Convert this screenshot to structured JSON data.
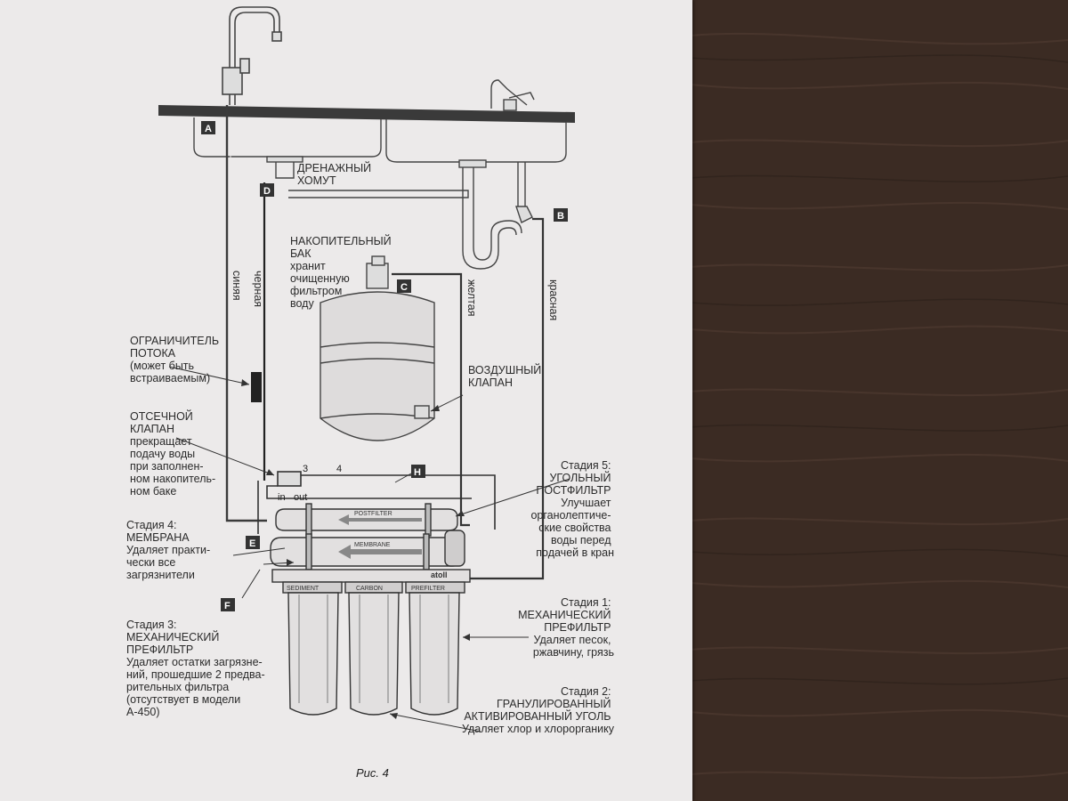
{
  "labels": {
    "A": "A",
    "B": "B",
    "C": "C",
    "D": "D",
    "E": "E",
    "F": "F",
    "H": "H"
  },
  "drain": [
    "ДРЕНАЖНЫЙ",
    "ХОМУТ"
  ],
  "tank": [
    "НАКОПИТЕЛЬНЫЙ",
    "БАК",
    "хранит",
    "очищенную",
    "фильтром",
    "воду"
  ],
  "tubes": {
    "blue": "синяя",
    "black": "черная",
    "yellow": "желтая",
    "red": "красная"
  },
  "flow_limiter": [
    "ОГРАНИЧИТЕЛЬ",
    "ПОТОКА",
    "(может быть",
    "встраиваемым)"
  ],
  "air_valve": [
    "ВОЗДУШНЫЙ",
    "КЛАПАН"
  ],
  "shutoff": [
    "ОТСЕЧНОЙ",
    "КЛАПАН",
    "прекращает",
    "подачу воды",
    "при заполнен-",
    "ном накопитель-",
    "ном баке"
  ],
  "valve_ports": {
    "p3": "3",
    "p4": "4",
    "in": "in",
    "out": "out"
  },
  "stage5": [
    "Стадия 5:",
    "УГОЛЬНЫЙ",
    "ПОСТФИЛЬТР",
    "Улучшает",
    "органолептиче-",
    "ские свойства",
    "воды перед",
    "подачей в кран"
  ],
  "stage4": [
    "Стадия 4:",
    "МЕМБРАНА",
    "Удаляет практи-",
    "чески все",
    "загрязнители"
  ],
  "stage3": [
    "Стадия 3:",
    "МЕХАНИЧЕСКИЙ",
    "ПРЕФИЛЬТР",
    "Удаляет остатки загрязне-",
    "ний, прошедшие 2 предва-",
    "рительных фильтра",
    "(отсутствует в модели",
    "A-450)"
  ],
  "stage1": [
    "Стадия 1:",
    "МЕХАНИЧЕСКИЙ",
    "ПРЕФИЛЬТР",
    "Удаляет песок,",
    "ржавчину, грязь"
  ],
  "stage2": [
    "Стадия 2:",
    "ГРАНУЛИРОВАННЫЙ",
    "АКТИВИРОВАННЫЙ УГОЛЬ",
    "Удаляет хлор и хлорорганику"
  ],
  "housings": {
    "postfilter": "POSTFILTER",
    "membrane": "MEMBRANE",
    "brand": "atoll"
  },
  "cartridges": [
    "SEDIMENT",
    "CARBON",
    "PREFILTER"
  ],
  "caption": "Рис. 4"
}
